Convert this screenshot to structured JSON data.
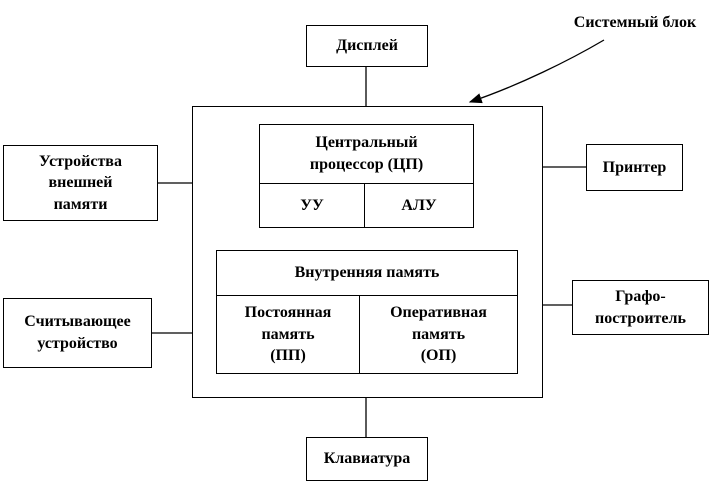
{
  "diagram": {
    "system_unit_label": "Системный блок",
    "display": "Дисплей",
    "printer": "Принтер",
    "plotter": "Графо-\nпостроитель",
    "keyboard": "Клавиатура",
    "external_memory": "Устройства\nвнешней\nпамяти",
    "reader": "Считывающее\nустройство",
    "cpu": {
      "title": "Центральный\nпроцессор (ЦП)",
      "control_unit": "УУ",
      "alu": "АЛУ"
    },
    "internal_memory": {
      "title": "Внутренняя память",
      "rom": "Постоянная\nпамять\n(ПП)",
      "ram": "Оперативная\nпамять\n(ОП)"
    }
  }
}
